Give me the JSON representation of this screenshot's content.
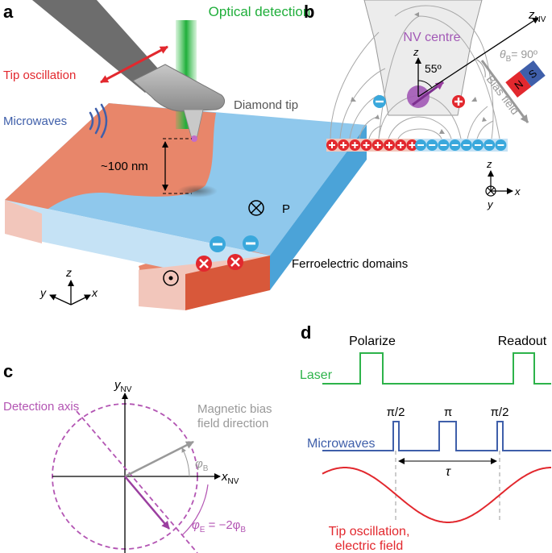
{
  "panels": {
    "a": "a",
    "b": "b",
    "c": "c",
    "d": "d"
  },
  "colors": {
    "domain_red": "#e8866a",
    "domain_blue": "#8fc8ec",
    "laser": "#2db34a",
    "microwave": "#3f5faa",
    "tip_wave": "#e2282e",
    "nv": "#a259b6",
    "detection_axis": "#b355b3",
    "bias_gray": "#999999"
  },
  "a": {
    "optical_detection": "Optical detection",
    "tip_oscillation": "Tip oscillation",
    "microwaves": "Microwaves",
    "diamond_tip": "Diamond tip",
    "height": "~100 nm",
    "polarization": "P",
    "ferroelectric": "Ferroelectric domains",
    "axis_z": "z",
    "axis_y": "y",
    "axis_x": "x"
  },
  "b": {
    "nv_centre": "NV centre",
    "z_nv": "z",
    "z_nv_sub": "NV",
    "z_axis": "z",
    "angle": "55º",
    "theta": "θ",
    "theta_sub": "B",
    "theta_val": "= 90º",
    "bias_field": "Bias field",
    "magnet_n": "N",
    "magnet_s": "S",
    "axis_z": "z",
    "axis_x": "x",
    "axis_y": "y"
  },
  "c": {
    "y_nv": "y",
    "y_nv_sub": "NV",
    "x_nv": "x",
    "x_nv_sub": "NV",
    "detection_axis": "Detection axis",
    "bias_dir_line1": "Magnetic bias",
    "bias_dir_line2": "field direction",
    "phi_b": "φ",
    "phi_b_sub": "B",
    "phi_e": "φ",
    "phi_e_sub": "E",
    "phi_e_eq": " = −2φ",
    "phi_e_eq_sub": "B"
  },
  "d": {
    "polarize": "Polarize",
    "readout": "Readout",
    "laser": "Laser",
    "microwaves": "Microwaves",
    "pulse1": "π/2",
    "pulse2": "π",
    "pulse3": "π/2",
    "tau": "τ",
    "tip_line1": "Tip oscillation,",
    "tip_line2": "electric field"
  }
}
